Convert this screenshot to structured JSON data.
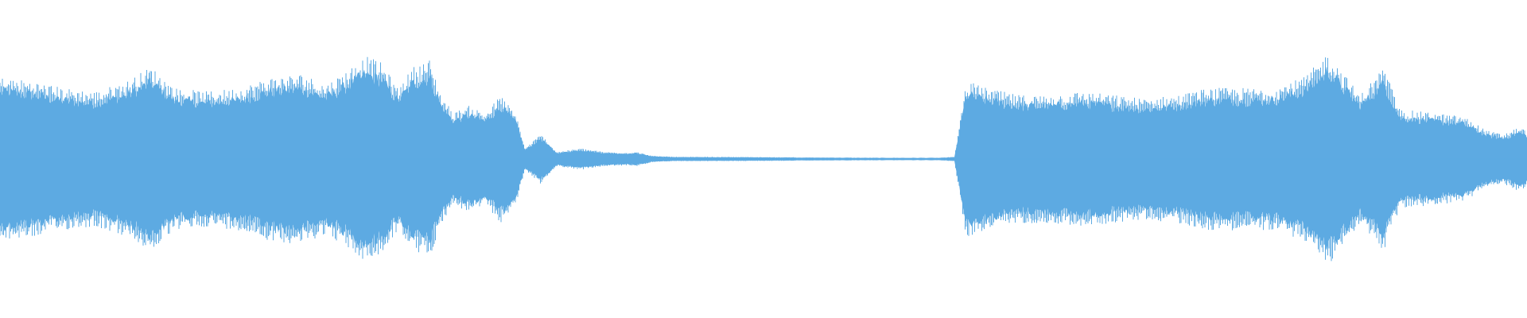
{
  "waveform": {
    "color": "#5DAAE2",
    "background": "#FFFFFF",
    "envelope": [
      [
        0,
        0.23
      ],
      [
        40,
        0.22
      ],
      [
        80,
        0.2
      ],
      [
        120,
        0.19
      ],
      [
        160,
        0.22
      ],
      [
        190,
        0.26
      ],
      [
        220,
        0.2
      ],
      [
        260,
        0.19
      ],
      [
        300,
        0.2
      ],
      [
        340,
        0.23
      ],
      [
        380,
        0.24
      ],
      [
        410,
        0.21
      ],
      [
        430,
        0.24
      ],
      [
        460,
        0.29
      ],
      [
        480,
        0.27
      ],
      [
        500,
        0.2
      ],
      [
        520,
        0.26
      ],
      [
        540,
        0.28
      ],
      [
        555,
        0.18
      ],
      [
        570,
        0.13
      ],
      [
        590,
        0.15
      ],
      [
        610,
        0.13
      ],
      [
        630,
        0.18
      ],
      [
        650,
        0.12
      ],
      [
        660,
        0.03
      ],
      [
        680,
        0.07
      ],
      [
        700,
        0.02
      ],
      [
        730,
        0.03
      ],
      [
        760,
        0.02
      ],
      [
        790,
        0.018
      ],
      [
        800,
        0.02
      ],
      [
        820,
        0.009
      ],
      [
        850,
        0.006
      ],
      [
        900,
        0.006
      ],
      [
        1000,
        0.005
      ],
      [
        1100,
        0.004
      ],
      [
        1180,
        0.004
      ],
      [
        1200,
        0.006
      ],
      [
        1215,
        0.22
      ],
      [
        1240,
        0.2
      ],
      [
        1280,
        0.18
      ],
      [
        1320,
        0.18
      ],
      [
        1360,
        0.19
      ],
      [
        1400,
        0.18
      ],
      [
        1440,
        0.17
      ],
      [
        1480,
        0.18
      ],
      [
        1520,
        0.2
      ],
      [
        1560,
        0.2
      ],
      [
        1600,
        0.2
      ],
      [
        1640,
        0.23
      ],
      [
        1670,
        0.3
      ],
      [
        1690,
        0.24
      ],
      [
        1710,
        0.18
      ],
      [
        1740,
        0.26
      ],
      [
        1760,
        0.14
      ],
      [
        1800,
        0.13
      ],
      [
        1840,
        0.12
      ],
      [
        1870,
        0.08
      ],
      [
        1890,
        0.07
      ],
      [
        1910,
        0.09
      ],
      [
        1920,
        0.08
      ]
    ]
  }
}
